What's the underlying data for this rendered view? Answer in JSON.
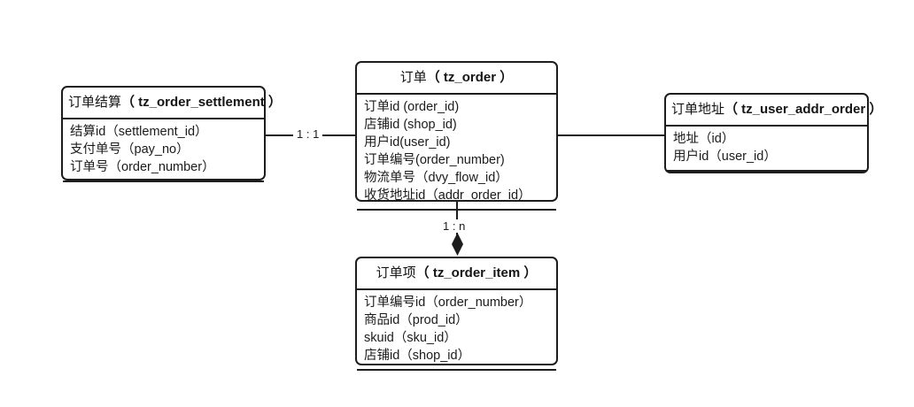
{
  "diagram": {
    "title": "",
    "entities": [
      {
        "id": "order_settlement",
        "name_cn": "订单结算",
        "name_table": "（ tz_order_settlement ）",
        "attributes": [
          "结算id（settlement_id）",
          "支付单号（pay_no）",
          "订单号（order_number）"
        ]
      },
      {
        "id": "order",
        "name_cn": "订单",
        "name_table": "（ tz_order ）",
        "attributes": [
          "订单id (order_id)",
          "店铺id (shop_id)",
          "用户id(user_id)",
          "订单编号(order_number)",
          "物流单号（dvy_flow_id）",
          "收货地址id（addr_order_id）"
        ]
      },
      {
        "id": "user_addr_order",
        "name_cn": "订单地址",
        "name_table": "（ tz_user_addr_order ）",
        "attributes": [
          "地址（id）",
          "用户id（user_id）"
        ]
      },
      {
        "id": "order_item",
        "name_cn": "订单项",
        "name_table": "（ tz_order_item ）",
        "attributes": [
          "订单编号id（order_number）",
          "商品id（prod_id）",
          "skuid（sku_id）",
          "店铺id（shop_id）"
        ]
      }
    ],
    "relationships": [
      {
        "id": "settlement-order",
        "label": "1 : 1",
        "from": "order_settlement",
        "to": "order",
        "marker": "none"
      },
      {
        "id": "order-address",
        "label": "",
        "from": "order",
        "to": "user_addr_order",
        "marker": "none"
      },
      {
        "id": "order-item",
        "label": "1 : n",
        "from": "order",
        "to": "order_item",
        "marker": "filled-diamond"
      }
    ],
    "colors": {
      "line": "#1d1d1d",
      "text": "#1b1b1b",
      "background": "#ffffff"
    }
  }
}
